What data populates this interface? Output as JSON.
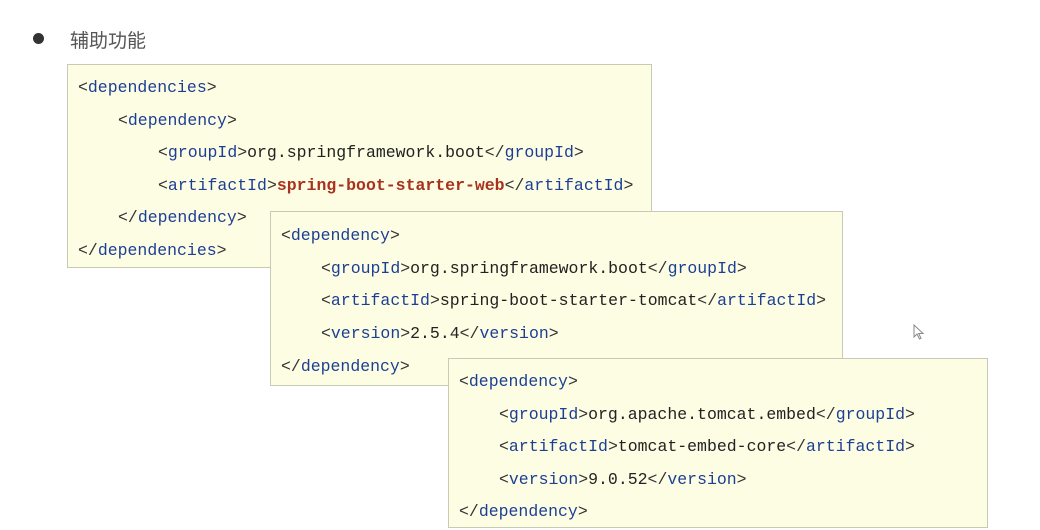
{
  "heading": "辅助功能",
  "colors": {
    "background": "#fdfde4",
    "tag": "#1c3f94",
    "highlight": "#a8321f"
  },
  "boxes": [
    {
      "lines": [
        {
          "indent": 0,
          "segs": [
            {
              "c": "p",
              "t": "<"
            },
            {
              "c": "tag",
              "t": "dependencies"
            },
            {
              "c": "p",
              "t": ">"
            }
          ]
        },
        {
          "indent": 1,
          "segs": [
            {
              "c": "p",
              "t": "<"
            },
            {
              "c": "tag",
              "t": "dependency"
            },
            {
              "c": "p",
              "t": ">"
            }
          ]
        },
        {
          "indent": 2,
          "segs": [
            {
              "c": "p",
              "t": "<"
            },
            {
              "c": "tag",
              "t": "groupId"
            },
            {
              "c": "p",
              "t": ">"
            },
            {
              "c": "text",
              "t": "org.springframework.boot"
            },
            {
              "c": "p",
              "t": "</"
            },
            {
              "c": "tag",
              "t": "groupId"
            },
            {
              "c": "p",
              "t": ">"
            }
          ]
        },
        {
          "indent": 2,
          "segs": [
            {
              "c": "p",
              "t": "<"
            },
            {
              "c": "tag",
              "t": "artifactId"
            },
            {
              "c": "p",
              "t": ">"
            },
            {
              "c": "red",
              "t": "spring-boot-starter-web"
            },
            {
              "c": "p",
              "t": "</"
            },
            {
              "c": "tag",
              "t": "artifactId"
            },
            {
              "c": "p",
              "t": ">"
            }
          ]
        },
        {
          "indent": 1,
          "segs": [
            {
              "c": "p",
              "t": "</"
            },
            {
              "c": "tag",
              "t": "dependency"
            },
            {
              "c": "p",
              "t": ">"
            }
          ]
        },
        {
          "indent": 0,
          "segs": [
            {
              "c": "p",
              "t": "</"
            },
            {
              "c": "tag",
              "t": "dependencies"
            },
            {
              "c": "p",
              "t": ">"
            }
          ]
        }
      ]
    },
    {
      "lines": [
        {
          "indent": 0,
          "segs": [
            {
              "c": "p",
              "t": "<"
            },
            {
              "c": "tag",
              "t": "dependency"
            },
            {
              "c": "p",
              "t": ">"
            }
          ]
        },
        {
          "indent": 1,
          "segs": [
            {
              "c": "p",
              "t": "<"
            },
            {
              "c": "tag",
              "t": "groupId"
            },
            {
              "c": "p",
              "t": ">"
            },
            {
              "c": "text",
              "t": "org.springframework.boot"
            },
            {
              "c": "p",
              "t": "</"
            },
            {
              "c": "tag",
              "t": "groupId"
            },
            {
              "c": "p",
              "t": ">"
            }
          ]
        },
        {
          "indent": 1,
          "segs": [
            {
              "c": "p",
              "t": "<"
            },
            {
              "c": "tag",
              "t": "artifactId"
            },
            {
              "c": "p",
              "t": ">"
            },
            {
              "c": "text",
              "t": "spring-boot-starter-tomcat"
            },
            {
              "c": "p",
              "t": "</"
            },
            {
              "c": "tag",
              "t": "artifactId"
            },
            {
              "c": "p",
              "t": ">"
            }
          ]
        },
        {
          "indent": 1,
          "segs": [
            {
              "c": "p",
              "t": "<"
            },
            {
              "c": "tag",
              "t": "version"
            },
            {
              "c": "p",
              "t": ">"
            },
            {
              "c": "text",
              "t": "2.5.4"
            },
            {
              "c": "p",
              "t": "</"
            },
            {
              "c": "tag",
              "t": "version"
            },
            {
              "c": "p",
              "t": ">"
            }
          ]
        },
        {
          "indent": 0,
          "segs": [
            {
              "c": "p",
              "t": "</"
            },
            {
              "c": "tag",
              "t": "dependency"
            },
            {
              "c": "p",
              "t": ">"
            }
          ]
        }
      ]
    },
    {
      "lines": [
        {
          "indent": 0,
          "segs": [
            {
              "c": "p",
              "t": "<"
            },
            {
              "c": "tag",
              "t": "dependency"
            },
            {
              "c": "p",
              "t": ">"
            }
          ]
        },
        {
          "indent": 1,
          "segs": [
            {
              "c": "p",
              "t": "<"
            },
            {
              "c": "tag",
              "t": "groupId"
            },
            {
              "c": "p",
              "t": ">"
            },
            {
              "c": "text",
              "t": "org.apache.tomcat.embed"
            },
            {
              "c": "p",
              "t": "</"
            },
            {
              "c": "tag",
              "t": "groupId"
            },
            {
              "c": "p",
              "t": ">"
            }
          ]
        },
        {
          "indent": 1,
          "segs": [
            {
              "c": "p",
              "t": "<"
            },
            {
              "c": "tag",
              "t": "artifactId"
            },
            {
              "c": "p",
              "t": ">"
            },
            {
              "c": "text",
              "t": "tomcat-embed-core"
            },
            {
              "c": "p",
              "t": "</"
            },
            {
              "c": "tag",
              "t": "artifactId"
            },
            {
              "c": "p",
              "t": ">"
            }
          ]
        },
        {
          "indent": 1,
          "segs": [
            {
              "c": "p",
              "t": "<"
            },
            {
              "c": "tag",
              "t": "version"
            },
            {
              "c": "p",
              "t": ">"
            },
            {
              "c": "text",
              "t": "9.0.52"
            },
            {
              "c": "p",
              "t": "</"
            },
            {
              "c": "tag",
              "t": "version"
            },
            {
              "c": "p",
              "t": ">"
            }
          ]
        },
        {
          "indent": 0,
          "segs": [
            {
              "c": "p",
              "t": "</"
            },
            {
              "c": "tag",
              "t": "dependency"
            },
            {
              "c": "p",
              "t": ">"
            }
          ]
        }
      ]
    }
  ]
}
